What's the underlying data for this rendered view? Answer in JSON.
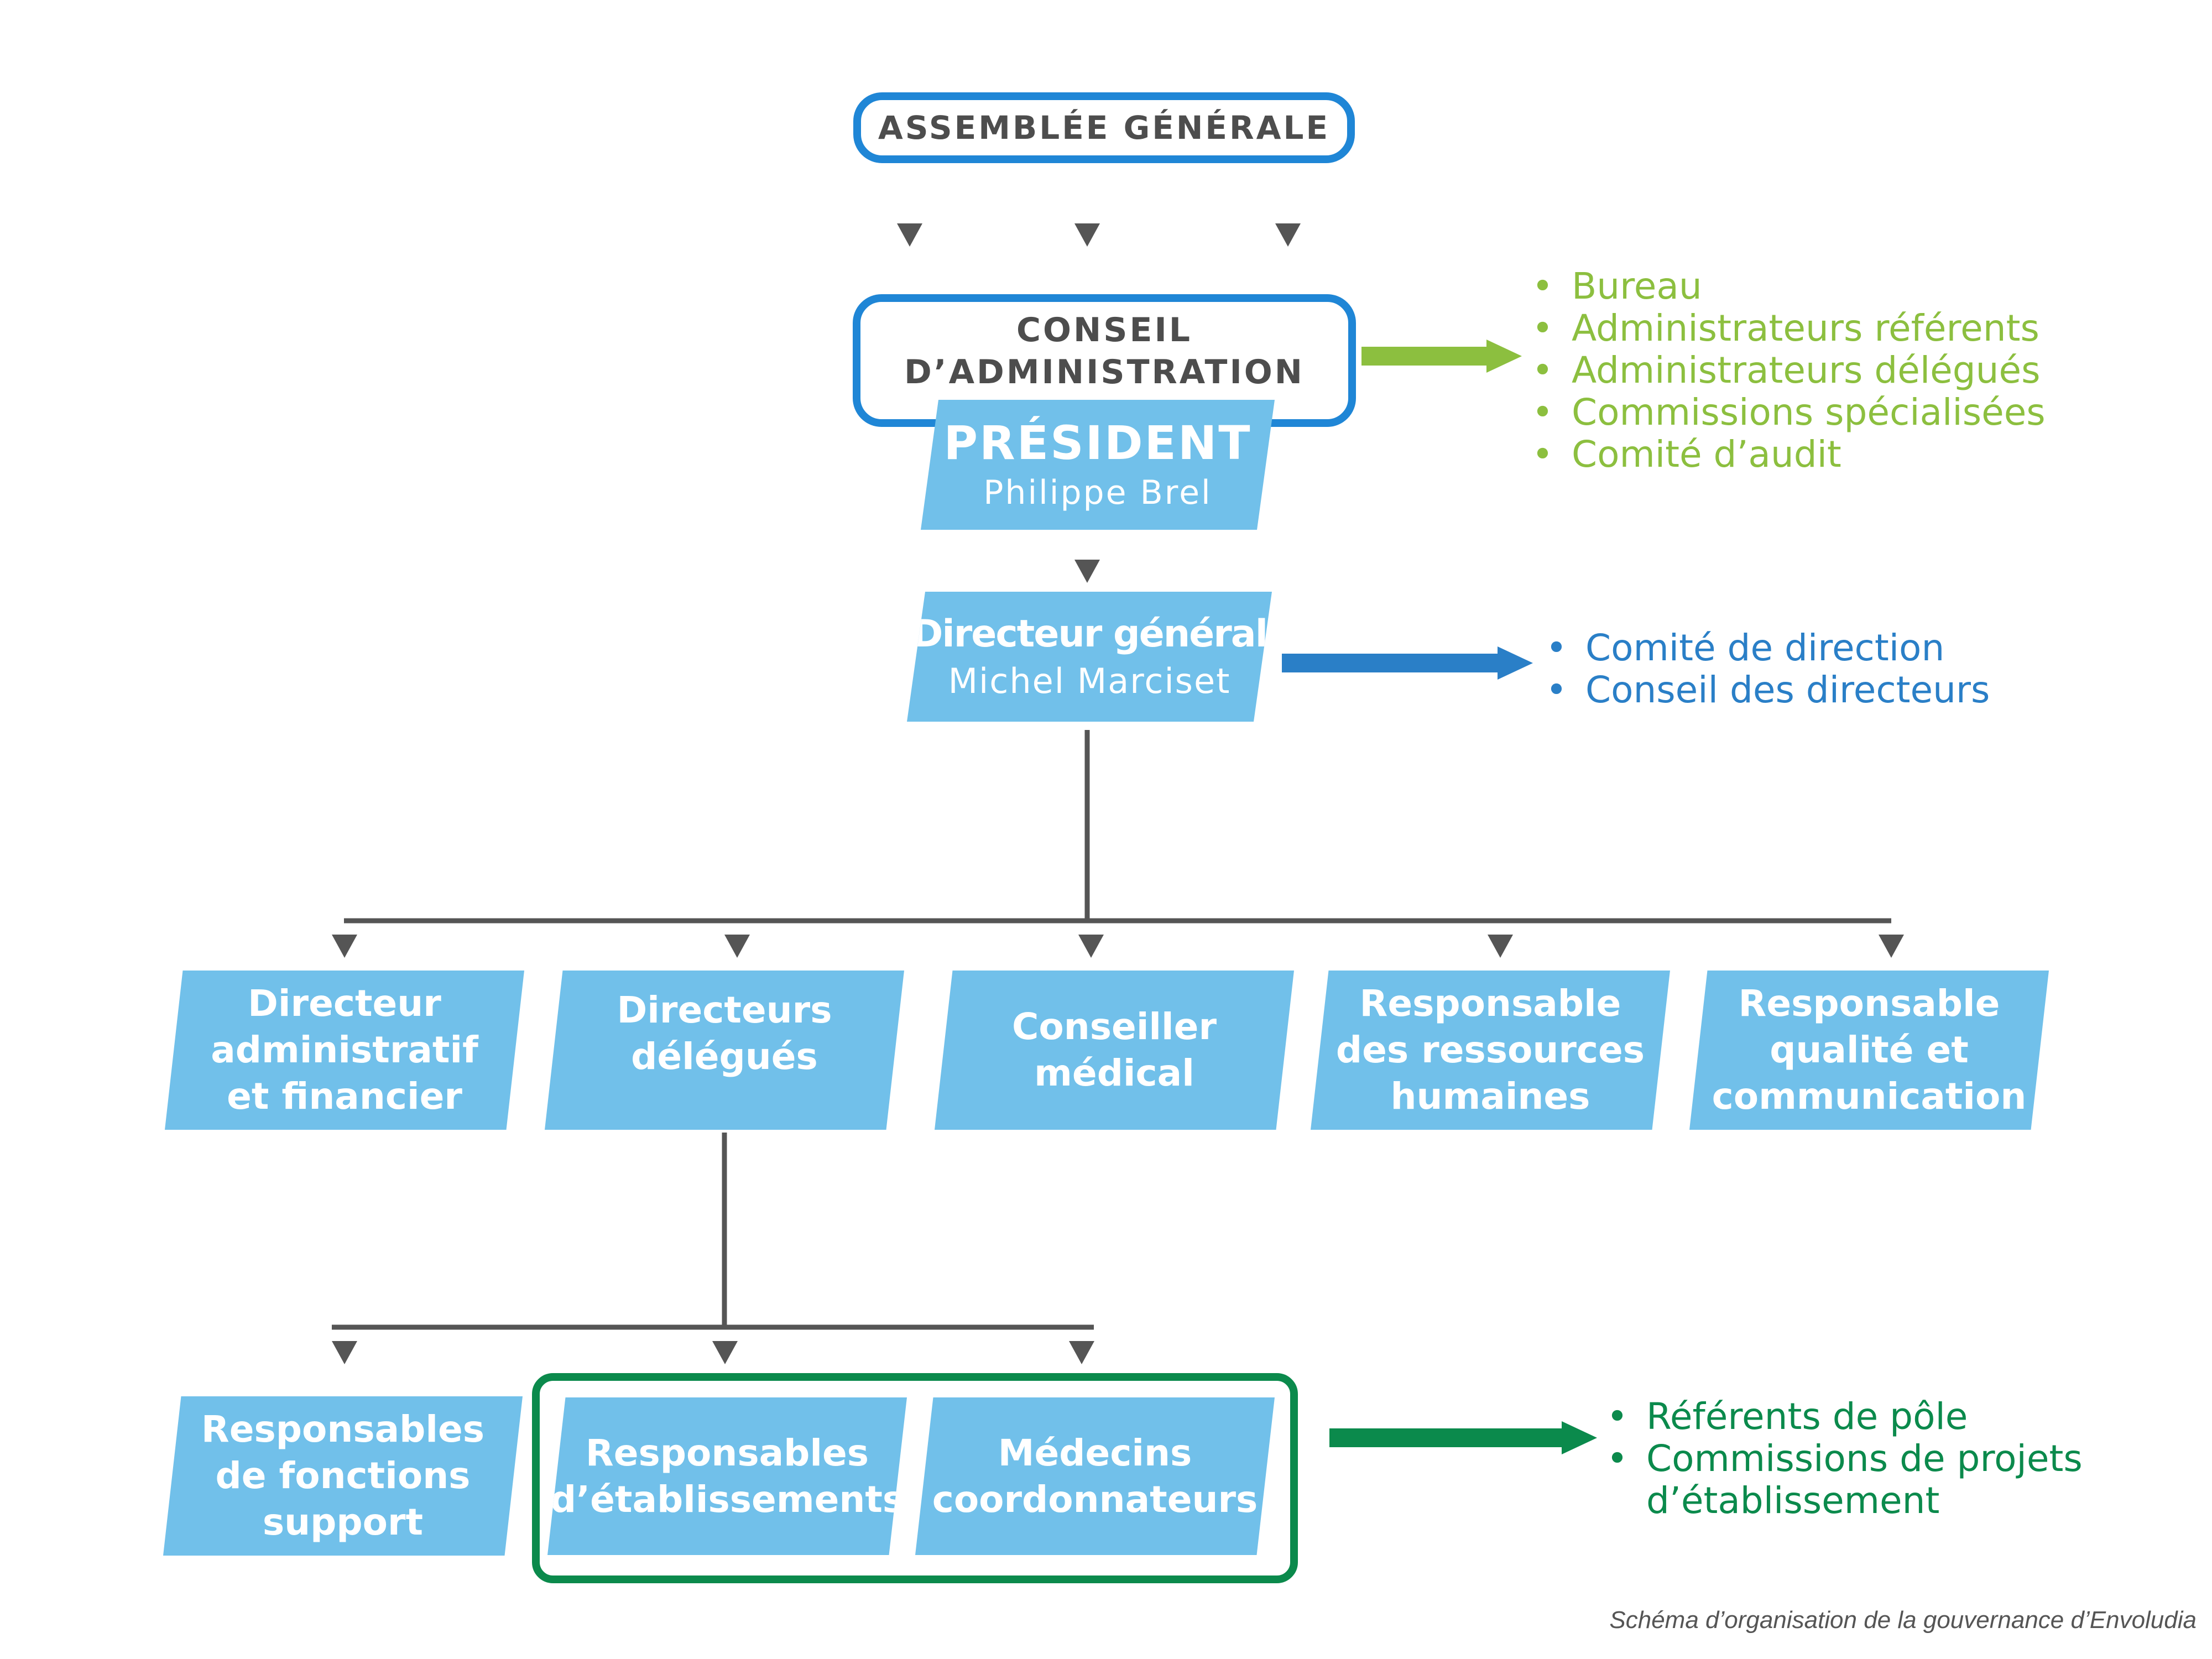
{
  "assemblee": "ASSEMBLÉE GÉNÉRALE",
  "conseil": {
    "line1": "CONSEIL",
    "line2": "D’ADMINISTRATION"
  },
  "president": {
    "title": "PRÉSIDENT",
    "name": "Philippe Brel"
  },
  "directeur_general": {
    "title": "Directeur général",
    "name": "Michel Marciset"
  },
  "conseil_list": [
    "Bureau",
    "Administrateurs référents",
    "Administrateurs délégués",
    "Commissions spécialisées",
    "Comité d’audit"
  ],
  "direction_list": [
    "Comité de direction",
    "Conseil des directeurs"
  ],
  "roles": [
    {
      "lines": [
        "Directeur",
        "administratif",
        "et financier"
      ]
    },
    {
      "lines": [
        "Directeurs",
        "délégués"
      ]
    },
    {
      "lines": [
        "Conseiller",
        "médical"
      ]
    },
    {
      "lines": [
        "Responsable",
        "des ressources",
        "humaines"
      ]
    },
    {
      "lines": [
        "Responsable",
        "qualité et",
        "communication"
      ]
    }
  ],
  "sub_roles": [
    {
      "lines": [
        "Responsables",
        "de fonctions",
        "support"
      ]
    },
    {
      "lines": [
        "Responsables",
        "d’établissements"
      ]
    },
    {
      "lines": [
        "Médecins",
        "coordonnateurs"
      ]
    }
  ],
  "etab_list": {
    "item1": "Référents de pôle",
    "item2_line1": "Commissions de projets",
    "item2_line2": "d’établissement"
  },
  "caption": "Schéma d’organisation de la gouvernance d’Envoludia",
  "colors": {
    "box_fill": "#71c0ea",
    "border_blue": "#1f86d6",
    "connector": "#555555",
    "green_light": "#8cbf3f",
    "blue_dark": "#2a7fc7",
    "green_dark": "#0b8a4c"
  }
}
